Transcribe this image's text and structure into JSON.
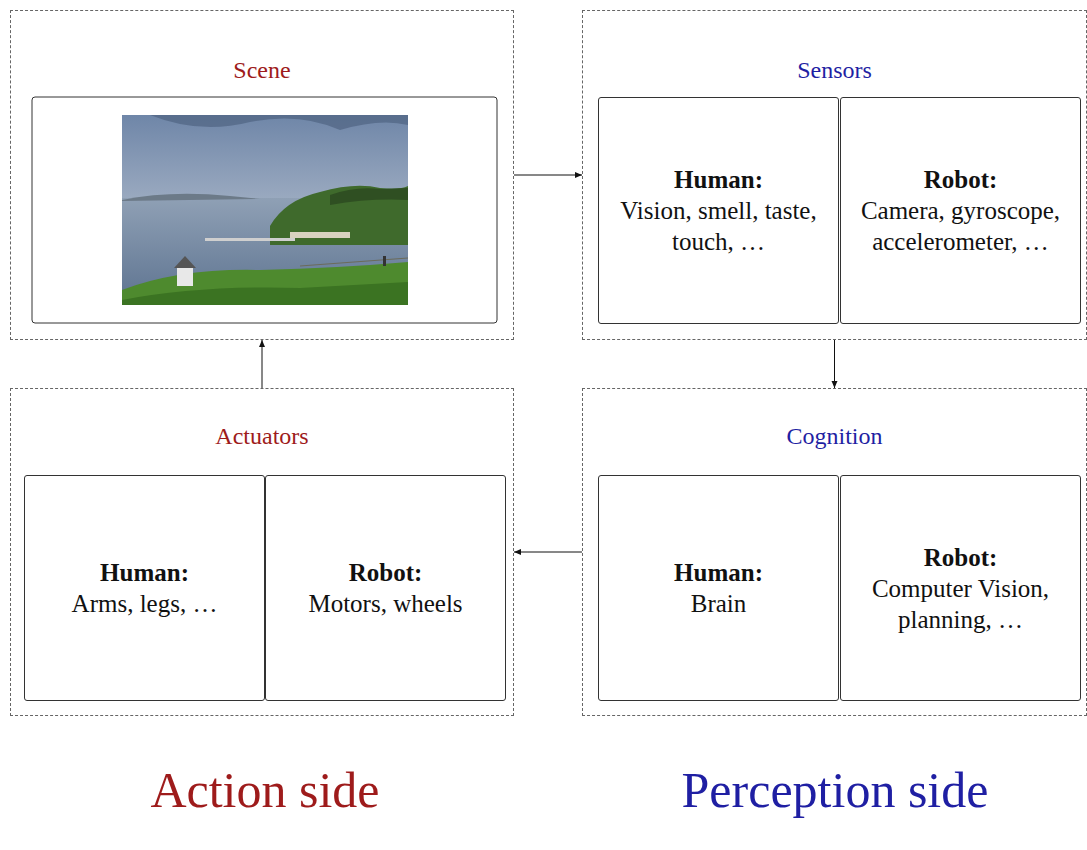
{
  "diagram": {
    "nodes": [
      {
        "text": [
          "Scene"
        ]
      },
      {
        "text": [
          "Sensors"
        ]
      },
      {
        "text": [
          "Human:",
          "Vision, smell, taste, touch, …"
        ],
        "in": 1
      },
      {
        "text": [
          "Robot:",
          "Camera, gyroscope, accelerometer, …"
        ],
        "in": 1
      },
      {
        "text": [
          "Actuators"
        ]
      },
      {
        "text": [
          "Human:",
          "Arms, legs, …"
        ],
        "in": 4
      },
      {
        "text": [
          "Robot:",
          "Motors, wheels"
        ],
        "in": 4
      },
      {
        "text": [
          "Cognition"
        ]
      },
      {
        "text": [
          "Human:",
          "Brain"
        ],
        "in": 7
      },
      {
        "text": [
          "Robot:",
          "Computer Vision, planning, …"
        ],
        "in": 7
      }
    ],
    "edges": [
      {
        "from": 0,
        "to": 1,
        "arrow": "to"
      },
      {
        "from": 1,
        "to": 7,
        "arrow": "to"
      },
      {
        "from": 7,
        "to": 4,
        "arrow": "to"
      },
      {
        "from": 4,
        "to": 0,
        "arrow": "to"
      }
    ],
    "labels": [
      "Action side",
      "Perception side"
    ]
  }
}
